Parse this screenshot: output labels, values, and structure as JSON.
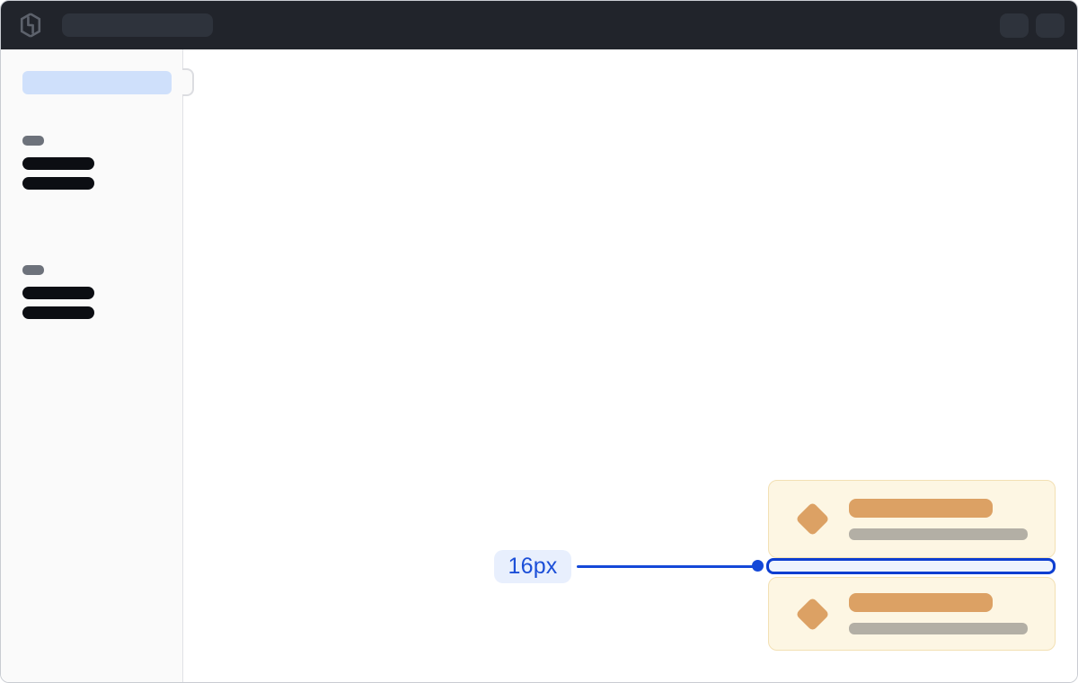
{
  "topbar": {
    "logo_icon": "hashicorp-logo-icon",
    "search_skeleton_present": true,
    "action_button_count": 2
  },
  "sidebar": {
    "active_item_skeleton": true,
    "groups": [
      {
        "header_skeleton": true,
        "item_count": 2
      },
      {
        "header_skeleton": true,
        "item_count": 2
      }
    ]
  },
  "cards": {
    "count": 2,
    "icon": "diamond-icon",
    "lines_per_card": 2
  },
  "annotation": {
    "spacing_label": "16px"
  },
  "colors": {
    "topbar_bg": "#21242b",
    "topbar_skeleton": "#2e333c",
    "logo_gray": "#5d626c",
    "sidebar_bg": "#fafafa",
    "sidebar_active_blue": "#cfe0fb",
    "sidebar_section_gray": "#6d727b",
    "sidebar_item_black": "#0c0e13",
    "card_bg": "#fdf6e3",
    "card_border": "#f3e0b3",
    "card_accent_orange": "#dca164",
    "card_muted_gray": "#b3afa5",
    "annotation_blue": "#1448d8",
    "annotation_rect_fill": "#eef3fd",
    "annotation_label_bg": "#e8effd",
    "window_border": "#c9ccd2"
  }
}
